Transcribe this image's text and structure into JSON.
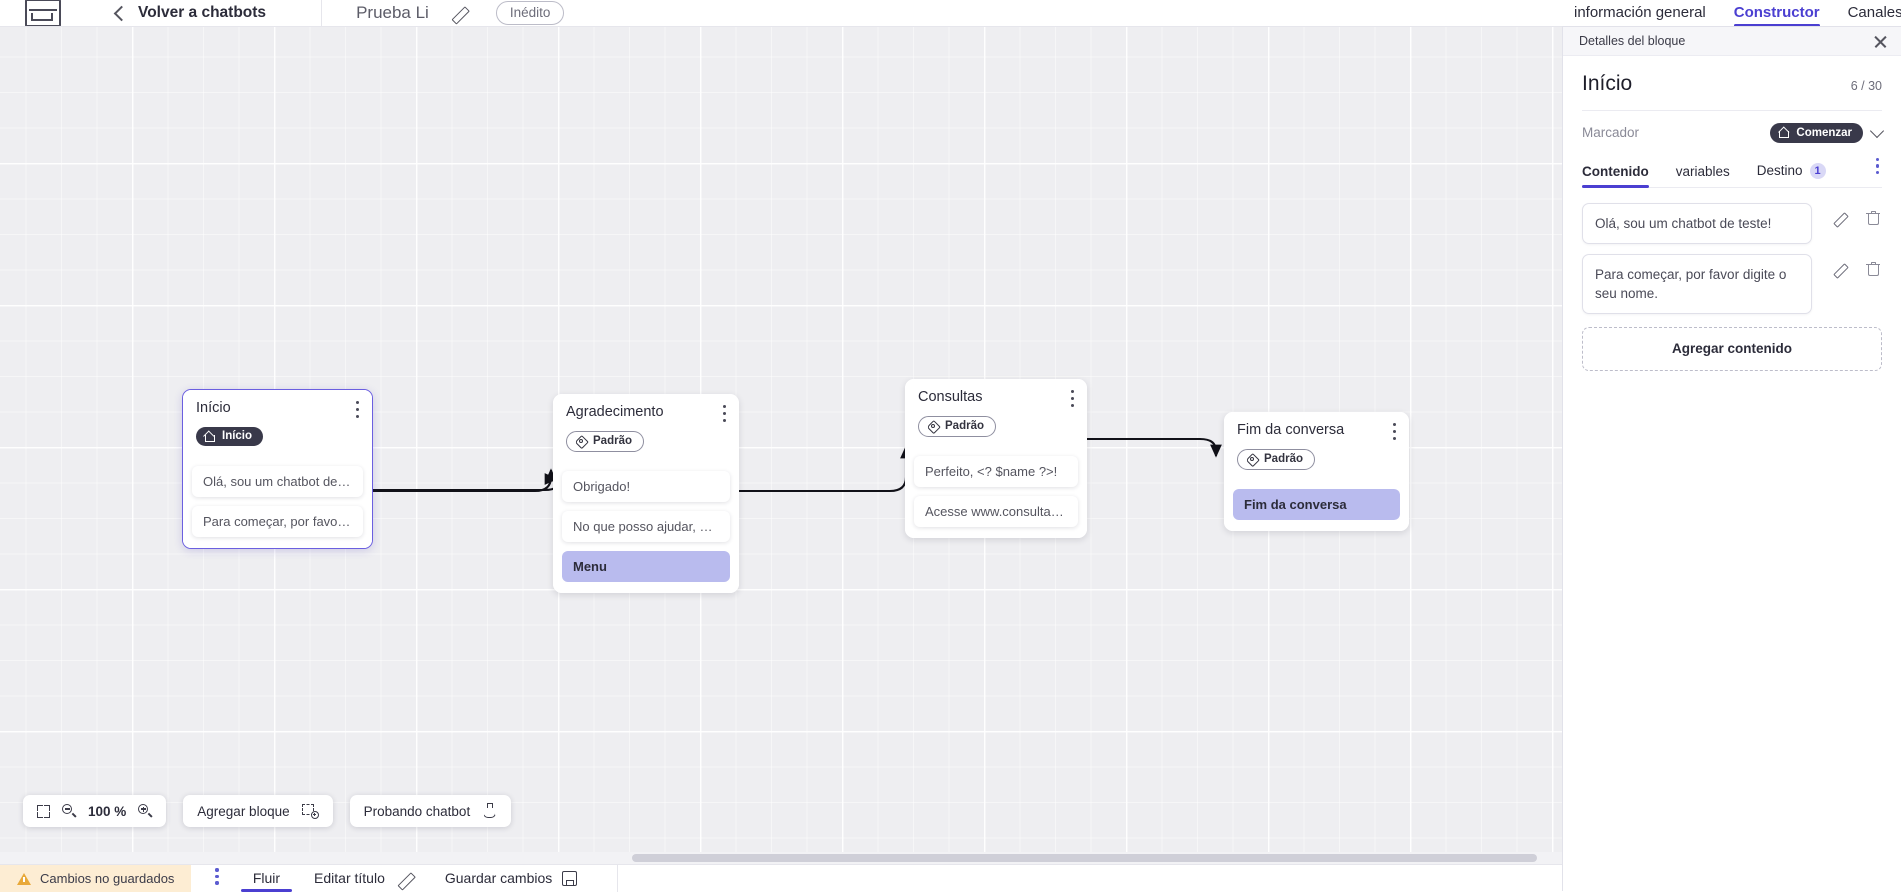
{
  "header": {
    "logo_name": "via-logo",
    "back_label": "Volver a chatbots",
    "bot_title": "Prueba Li",
    "edit_icon": "pencil-icon",
    "status_badge": "Inédito"
  },
  "right_tabs": [
    {
      "label": "información general",
      "active": false
    },
    {
      "label": "Constructor",
      "active": true
    },
    {
      "label": "Canales",
      "active": false
    }
  ],
  "canvas": {
    "nodes": [
      {
        "id": "inicio",
        "title": "Início",
        "tag": "Início",
        "tag_style": "dark",
        "tag_icon": "home-icon",
        "selected": true,
        "messages": [
          {
            "text": "Olá, sou um chatbot de teste!",
            "style": "plain"
          },
          {
            "text": "Para começar, por favor digite o ...",
            "style": "plain"
          }
        ]
      },
      {
        "id": "agradecimento",
        "title": "Agradecimento",
        "tag": "Padrão",
        "tag_style": "light",
        "tag_icon": "tag-icon",
        "selected": false,
        "messages": [
          {
            "text": "Obrigado!",
            "style": "plain"
          },
          {
            "text": "No que posso ajudar, <? $name ...",
            "style": "plain"
          },
          {
            "text": "Menu",
            "style": "menu"
          }
        ]
      },
      {
        "id": "consultas",
        "title": "Consultas",
        "tag": "Padrão",
        "tag_style": "light",
        "tag_icon": "tag-icon",
        "selected": false,
        "messages": [
          {
            "text": "Perfeito, <? $name ?>!",
            "style": "plain"
          },
          {
            "text": "Acesse www.consultas.com par...",
            "style": "plain"
          }
        ]
      },
      {
        "id": "fim",
        "title": "Fim da conversa",
        "tag": "Padrão",
        "tag_style": "light",
        "tag_icon": "tag-icon",
        "selected": false,
        "messages": [
          {
            "text": "Fim da conversa",
            "style": "menu"
          }
        ]
      }
    ],
    "toolbar": {
      "fit_icon": "fit-screen-icon",
      "zoom_out_icon": "zoom-out-icon",
      "zoom_level": "100 %",
      "zoom_in_icon": "zoom-in-icon",
      "add_block_label": "Agregar bloque",
      "add_block_icon": "add-block-icon",
      "test_chatbot_label": "Probando chatbot",
      "test_chatbot_icon": "flask-icon"
    }
  },
  "statusbar": {
    "unsaved_label": "Cambios no guardados",
    "warning_icon": "warning-triangle-icon",
    "overflow_icon": "kebab-menu-icon",
    "flow_label": "Fluir",
    "edit_title_label": "Editar título",
    "edit_title_icon": "pencil-icon",
    "save_label": "Guardar cambios",
    "save_icon": "save-disk-icon"
  },
  "panel": {
    "header_title": "Detalles del bloque",
    "close_icon": "close-icon",
    "block_title": "Início",
    "count": "6 / 30",
    "marker_label": "Marcador",
    "marker_value": "Comenzar",
    "marker_icon": "home-icon",
    "marker_chevron": "chevron-down-icon",
    "tabs": [
      {
        "label": "Contenido",
        "active": true,
        "badge": null
      },
      {
        "label": "variables",
        "active": false,
        "badge": null
      },
      {
        "label": "Destino",
        "active": false,
        "badge": "1"
      }
    ],
    "overflow_icon": "kebab-menu-icon",
    "contents": [
      {
        "text": "Olá, sou um chatbot de teste!",
        "edit_icon": "pencil-icon",
        "delete_icon": "trash-icon"
      },
      {
        "text": "Para começar, por favor digite o seu nome.",
        "edit_icon": "pencil-icon",
        "delete_icon": "trash-icon"
      }
    ],
    "add_content_label": "Agregar contenido"
  },
  "colors": {
    "accent": "#4b3fd1",
    "canvas_bg": "#eeeef1",
    "menu_chip": "#b9bbee",
    "dark_chip": "#39394a",
    "warning_bg": "#fdedd3"
  }
}
